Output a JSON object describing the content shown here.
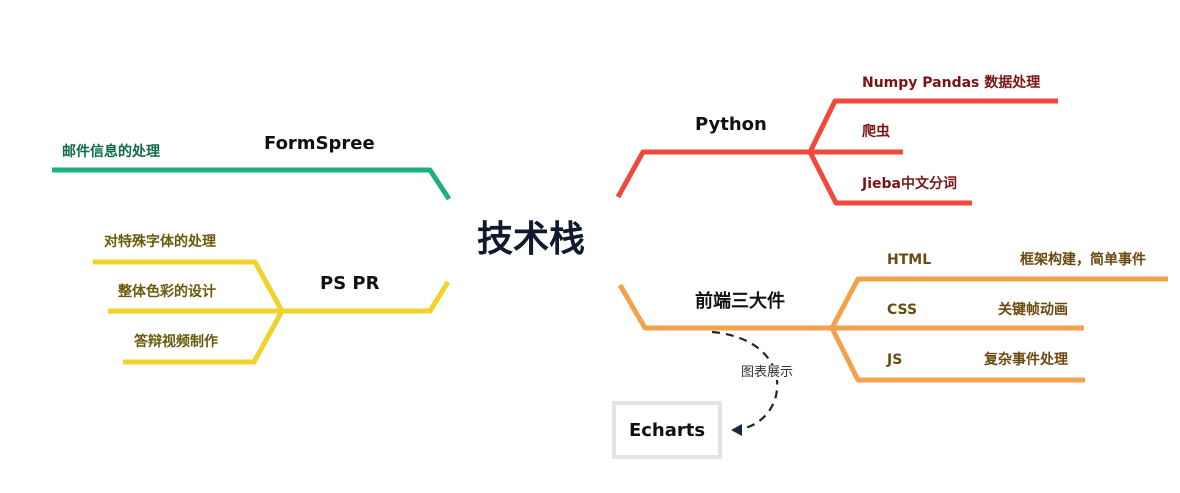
{
  "center": "技术栈",
  "branches": {
    "formspree": {
      "title": "FormSpree",
      "items": [
        "邮件信息的处理"
      ]
    },
    "pspr": {
      "title": "PS PR",
      "items": [
        "对特殊字体的处理",
        "整体色彩的设计",
        "答辩视频制作"
      ]
    },
    "python": {
      "title": "Python",
      "items": [
        "Numpy Pandas 数据处理",
        "爬虫",
        "Jieba中文分词"
      ]
    },
    "frontend": {
      "title": "前端三大件",
      "items": [
        {
          "name": "HTML",
          "desc": "框架构建，简单事件"
        },
        {
          "name": "CSS",
          "desc": "关键帧动画"
        },
        {
          "name": "JS",
          "desc": "复杂事件处理"
        }
      ]
    }
  },
  "echarts": {
    "label": "Echarts",
    "connector": "图表展示"
  },
  "colors": {
    "green": "#1db27a",
    "yellow": "#f0d22a",
    "red": "#f04a3c",
    "orange": "#f2a24c",
    "center_text": "#0f1a2e",
    "green_text": "#0f6b4a",
    "yellow_text": "#6a5a0a",
    "red_text": "#7a1414",
    "orange_text": "#6b4a10"
  }
}
